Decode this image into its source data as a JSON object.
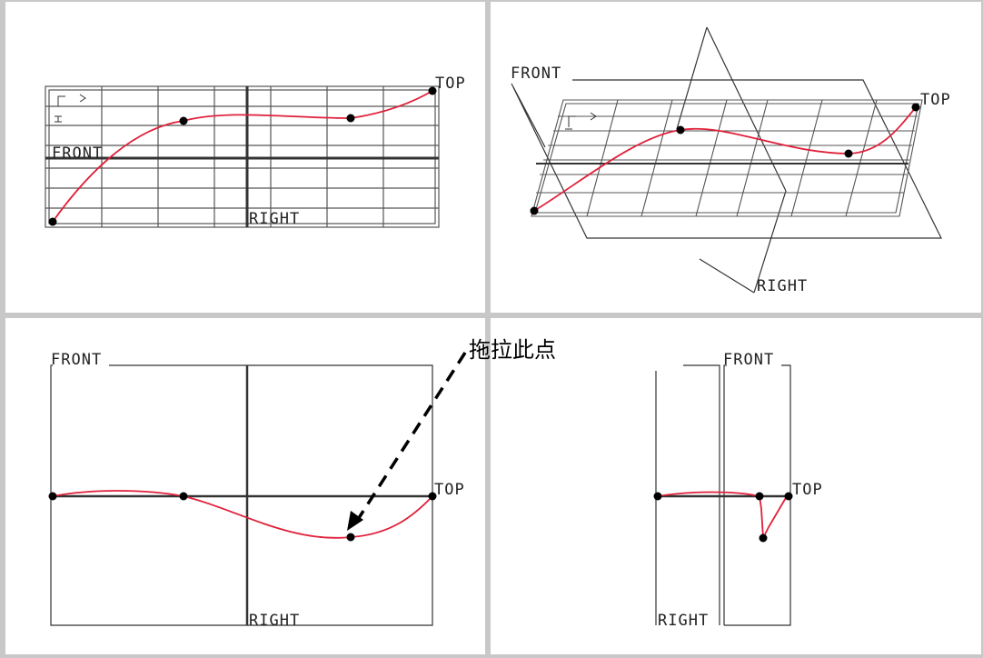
{
  "labels": {
    "front": "FRONT",
    "top": "TOP",
    "right": "RIGHT"
  },
  "callout": "拖拉此点",
  "colors": {
    "curve": "#e0203a",
    "grid": "#555555",
    "plane": "#333333",
    "point": "#000000",
    "pane_bg": "#ffffff",
    "frame_bg": "#c8c8c8"
  },
  "views": [
    "top-view",
    "isometric-view",
    "front-view",
    "side-view"
  ]
}
